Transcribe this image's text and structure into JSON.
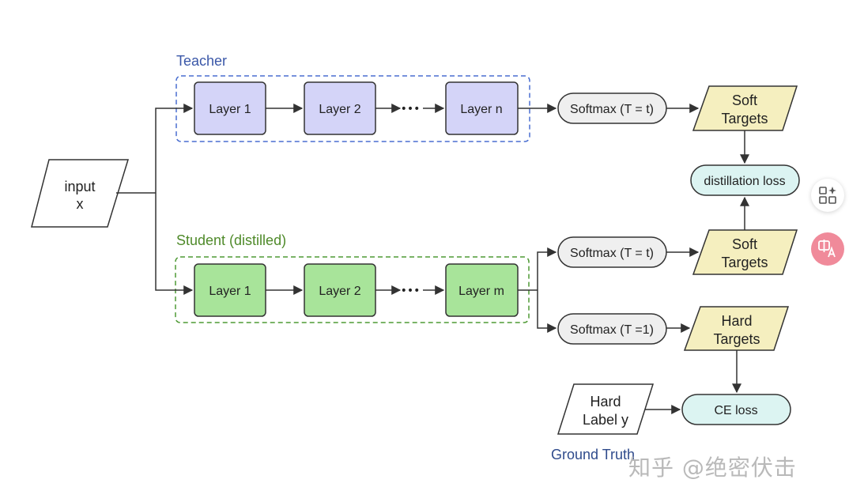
{
  "groups": {
    "teacher": "Teacher",
    "student": "Student (distilled)"
  },
  "input": {
    "line1": "input",
    "line2": "x"
  },
  "teacher_layers": [
    "Layer 1",
    "Layer 2",
    "Layer n"
  ],
  "student_layers": [
    "Layer 1",
    "Layer 2",
    "Layer m"
  ],
  "ellipsis": "•••",
  "softmax": {
    "teacher": "Softmax (T = t)",
    "student_soft": "Softmax (T = t)",
    "student_hard": "Softmax (T =1)"
  },
  "targets": {
    "teacher_soft": {
      "line1": "Soft",
      "line2": "Targets"
    },
    "student_soft": {
      "line1": "Soft",
      "line2": "Targets"
    },
    "hard": {
      "line1": "Hard",
      "line2": "Targets"
    }
  },
  "losses": {
    "distillation": "distillation loss",
    "ce": "CE loss"
  },
  "hard_label": {
    "line1": "Hard",
    "line2": "Label y"
  },
  "ground_truth": "Ground Truth",
  "watermark": "知乎 @绝密伏击",
  "colors": {
    "teacher_fill": "#d4d4f8",
    "teacher_group": "#4a6fd0",
    "student_fill": "#a8e49a",
    "student_group": "#4f9a35",
    "softmax_fill": "#efefef",
    "target_fill": "#f5efbf",
    "loss_fill": "#dcf4f2",
    "stroke": "#333333"
  },
  "icons": {
    "side_top": "grid-sparkle-icon",
    "side_bottom": "translate-icon"
  }
}
